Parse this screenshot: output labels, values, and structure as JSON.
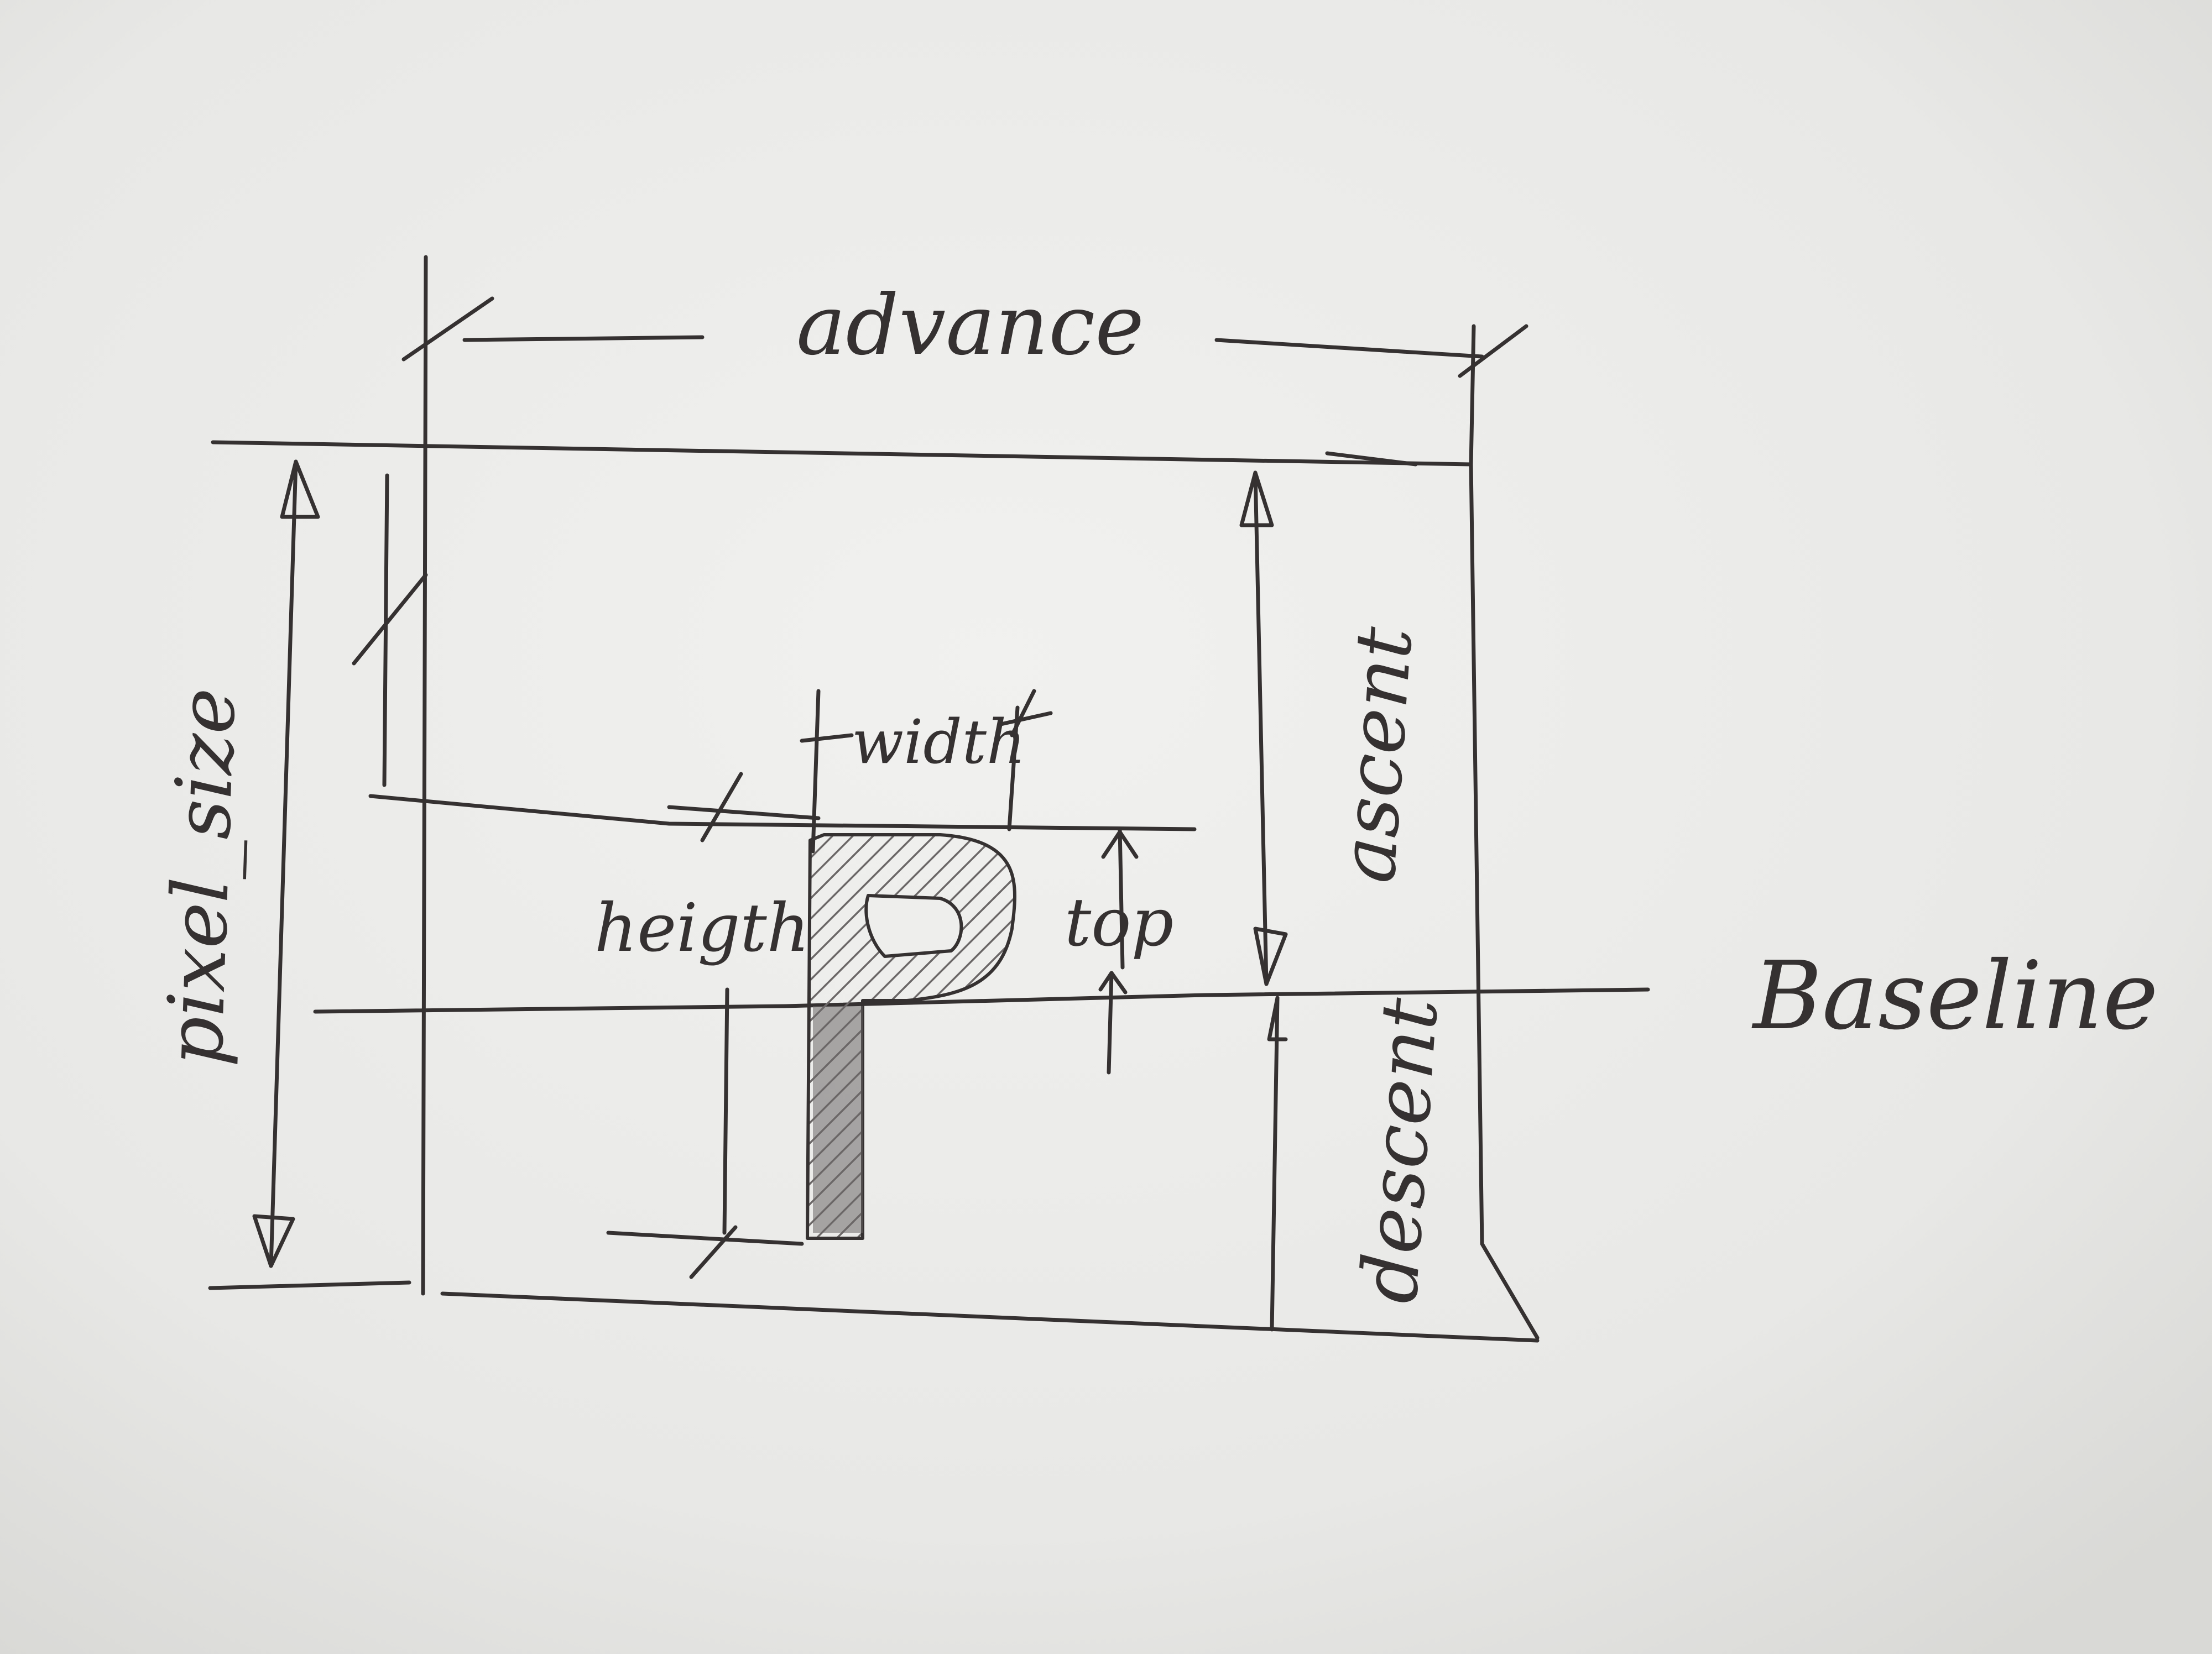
{
  "labels": {
    "advance": "advance",
    "pixel_size": "pixel_size",
    "width": "width",
    "height": "heigth",
    "top": "top",
    "ascent": "ascent",
    "descent": "descent",
    "baseline": "Baseline"
  },
  "colors": {
    "paper": "#e9e9e7",
    "ink": "#353131",
    "hatch": "#6b6767"
  }
}
